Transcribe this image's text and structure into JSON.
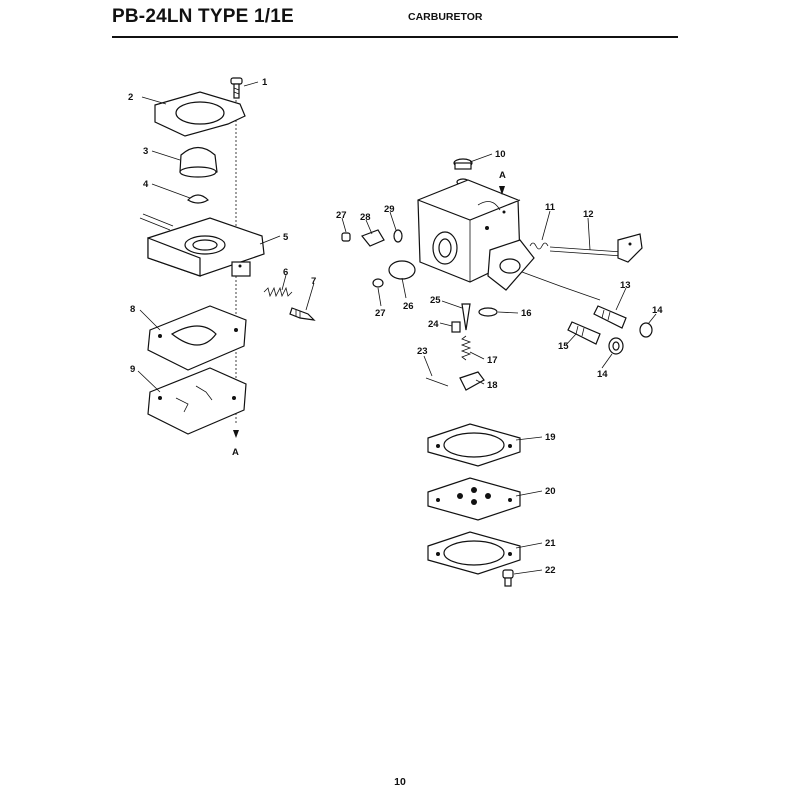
{
  "header": {
    "title": "PB-24LN TYPE 1/1E",
    "subtitle": "CARBURETOR"
  },
  "footer": {
    "page_number": "10"
  },
  "diagram": {
    "callouts": [
      "1",
      "2",
      "3",
      "4",
      "5",
      "6",
      "7",
      "8",
      "9",
      "10",
      "11",
      "12",
      "13",
      "14",
      "14",
      "15",
      "16",
      "17",
      "18",
      "19",
      "20",
      "21",
      "22",
      "23",
      "24",
      "25",
      "26",
      "27",
      "27",
      "28",
      "29"
    ],
    "reference_marks": [
      "A",
      "A"
    ]
  }
}
